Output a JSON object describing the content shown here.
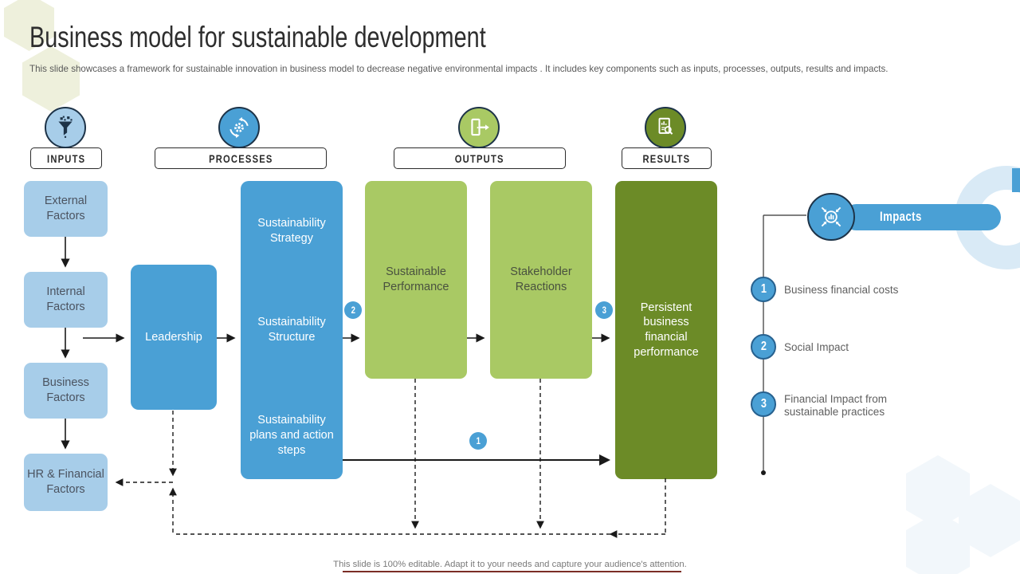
{
  "title": "Business model for sustainable development",
  "subtitle": "This slide showcases a framework for sustainable innovation in business model to decrease negative environmental impacts . It includes key components such as inputs, processes, outputs, results and impacts.",
  "footer": "This slide is 100% editable. Adapt it to your needs and capture your audience's attention.",
  "columns": {
    "inputs": "INPUTS",
    "processes": "PROCESSES",
    "outputs": "OUTPUTS",
    "results": "RESULTS"
  },
  "inputs": {
    "items": [
      "External Factors",
      "Internal Factors",
      "Business Factors",
      "HR & Financial Factors"
    ]
  },
  "leadership": "Leadership",
  "processes": {
    "items": [
      "Sustainability Strategy",
      "Sustainability Structure",
      "Sustainability plans and action steps"
    ]
  },
  "outputs": {
    "items": [
      "Sustainable Performance",
      "Stakeholder Reactions"
    ]
  },
  "results": {
    "item": "Persistent business financial performance"
  },
  "badges": {
    "one": "1",
    "two": "2",
    "three": "3"
  },
  "impacts": {
    "title": "Impacts",
    "items": [
      {
        "num": "1",
        "label": "Business financial costs"
      },
      {
        "num": "2",
        "label": "Social Impact"
      },
      {
        "num": "3",
        "label": "Financial Impact from sustainable practices"
      }
    ]
  },
  "colors": {
    "light_blue": "#a7cde9",
    "blue": "#4aa0d5",
    "light_green": "#a9c964",
    "olive": "#6c8b27",
    "maroon_rule": "#7b2d26"
  }
}
